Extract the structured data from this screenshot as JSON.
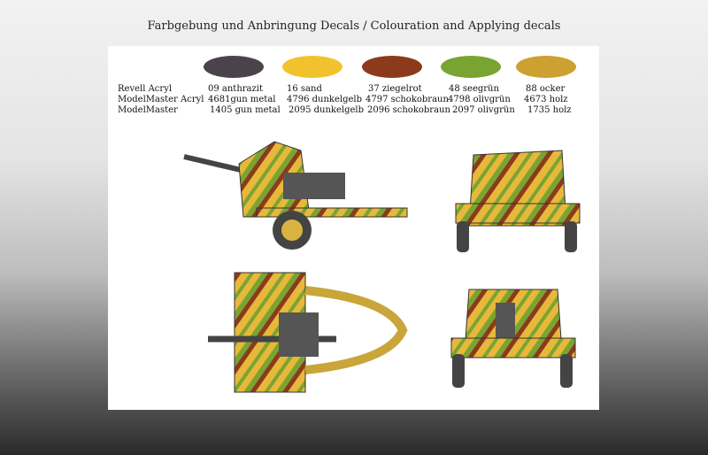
{
  "title": "Farbgebung und Anbringung Decals / Colouration and Applying decals",
  "brands": [
    "Revell Acryl",
    "ModelMaster Acryl",
    "ModelMaster"
  ],
  "colors": [
    {
      "hex": "#4b434b",
      "codes": [
        "09 anthrazit",
        "4681gun metal",
        "1405 gun metal"
      ]
    },
    {
      "hex": "#f2c22e",
      "codes": [
        "16 sand",
        "4796 dunkelgelb",
        "2095 dunkelgelb"
      ]
    },
    {
      "hex": "#8c3a1c",
      "codes": [
        "37 ziegelrot",
        "4797 schokobraun",
        "2096 schokobraun"
      ]
    },
    {
      "hex": "#7aa432",
      "codes": [
        "48 seegrün",
        "4798 olivgrün",
        "2097 olivgrün"
      ]
    },
    {
      "hex": "#cda032",
      "codes": [
        "88 ocker",
        "4673 holz",
        "1735 holz"
      ]
    }
  ]
}
